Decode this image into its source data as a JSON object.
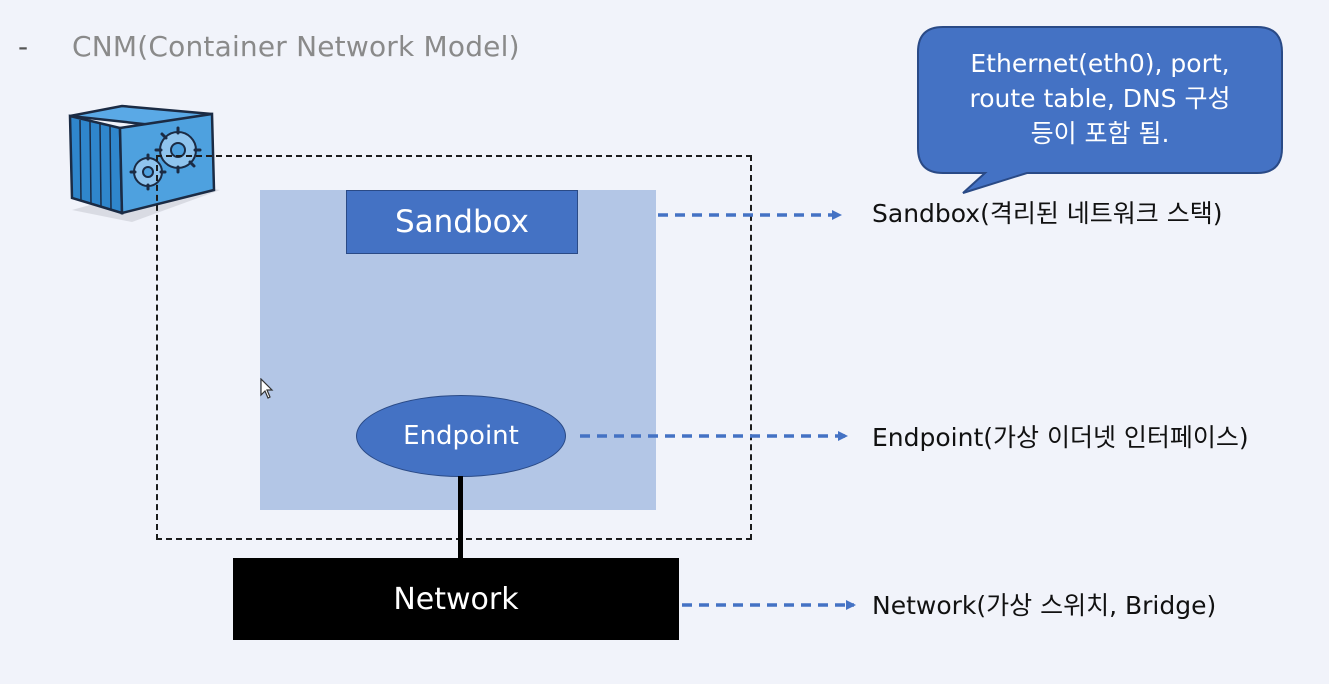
{
  "title": {
    "bullet": "-",
    "text": "CNM(Container Network Model)"
  },
  "diagram": {
    "sandbox_box_label": "Sandbox",
    "endpoint_label": "Endpoint",
    "network_label": "Network"
  },
  "callout": {
    "lines": [
      "Ethernet(eth0), port,",
      "route table, DNS 구성",
      "등이 포함 됨."
    ]
  },
  "descriptions": {
    "sandbox": "Sandbox(격리된 네트워크 스택)",
    "endpoint": "Endpoint(가상 이더넷 인터페이스)",
    "network": "Network(가상 스위치, Bridge)"
  },
  "icons": {
    "container": "container-gears-icon",
    "cursor": "mouse-cursor-icon"
  },
  "colors": {
    "primary_blue": "#4472c4",
    "sandbox_area": "#b3c6e6",
    "network_black": "#000000",
    "background": "#f1f3fa"
  }
}
